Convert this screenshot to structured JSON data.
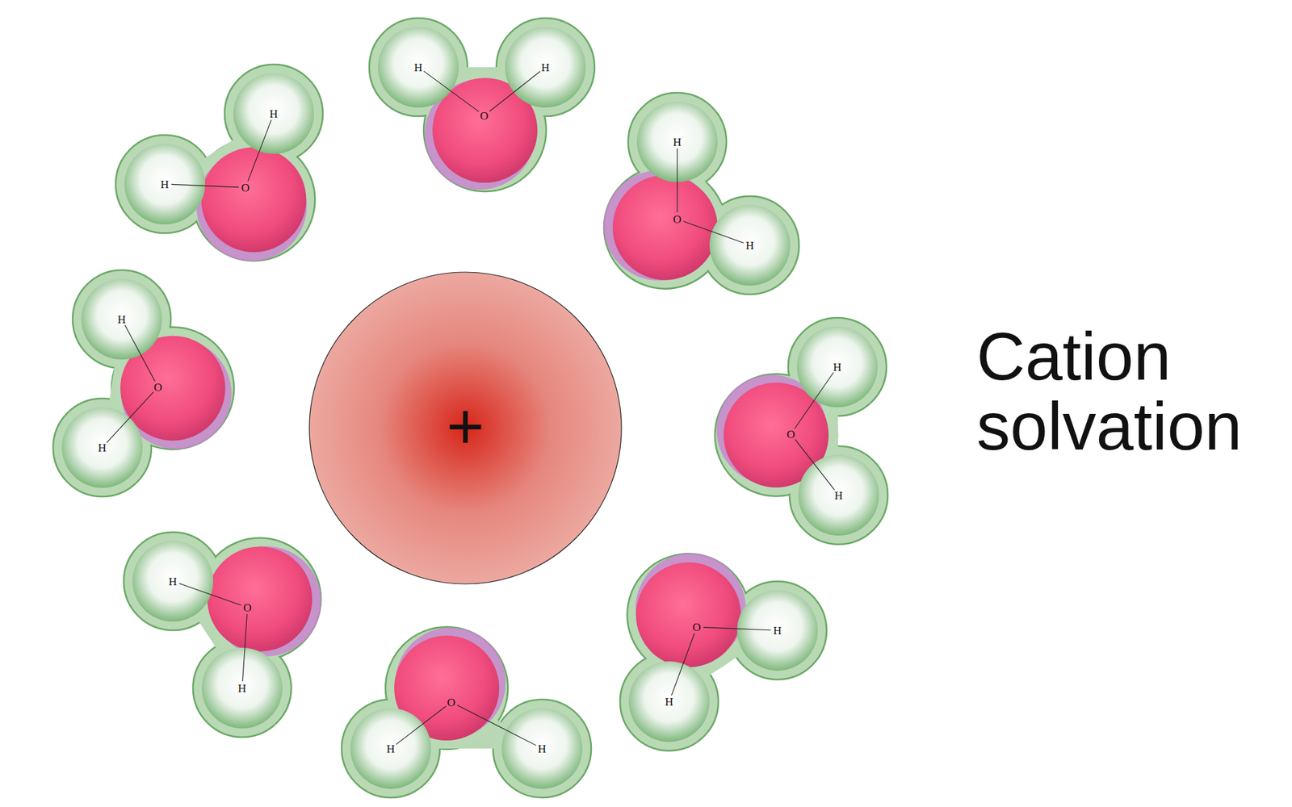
{
  "diagram": {
    "nodes": [
      {
        "text": [
          "+"
        ]
      },
      {
        "text": [
          "H",
          "O",
          "H"
        ]
      },
      {
        "text": [
          "H",
          "O",
          "H"
        ]
      },
      {
        "text": [
          "H",
          "O",
          "H"
        ]
      },
      {
        "text": [
          "H",
          "O",
          "H"
        ]
      },
      {
        "text": [
          "H",
          "O",
          "H"
        ]
      },
      {
        "text": [
          "H",
          "O",
          "H"
        ]
      },
      {
        "text": [
          "H",
          "O",
          "H"
        ]
      },
      {
        "text": [
          "H",
          "O",
          "H"
        ]
      }
    ],
    "labels": [
      "Cation solvation"
    ]
  }
}
